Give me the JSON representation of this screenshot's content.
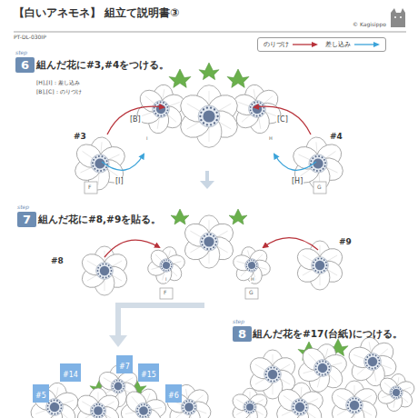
{
  "diagram": {
    "title": "【白いアネモネ】 組立て説明書③",
    "nodes": [
      {
        "text": [
          "step",
          "6"
        ]
      },
      {
        "text": [
          "step",
          "7"
        ]
      },
      {
        "text": [
          "step",
          "8"
        ]
      },
      {
        "text": [
          "#14"
        ]
      },
      {
        "text": [
          "#7"
        ]
      },
      {
        "text": [
          "#15"
        ]
      },
      {
        "text": [
          "#5"
        ]
      },
      {
        "text": [
          "#6"
        ]
      }
    ],
    "labels": [
      "PT-DL-030IP",
      "© Kagisippo",
      "組んだ花に#3,#4をつける。",
      "[H],[I]：差し込み",
      "[B],[C]：のりづけ",
      "[B]",
      "[C]",
      "#3",
      "#4",
      "I",
      "H",
      "[I]",
      "[H]",
      "F",
      "G",
      "組んだ花に#8,#9を貼る。",
      "#8",
      "#9",
      "I",
      "H",
      "F",
      "G",
      "組んだ花を#17(台紙)につける。"
    ],
    "legend": [
      {
        "text": "のりづけ"
      },
      {
        "text": "差し込み"
      }
    ]
  }
}
